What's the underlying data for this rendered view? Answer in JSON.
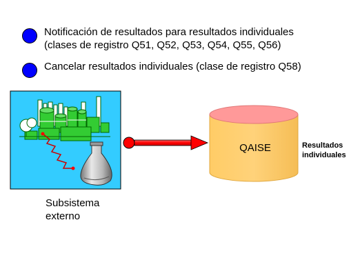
{
  "bullets": [
    {
      "line1": "Notificación de resultados para resultados individuales",
      "line2": "(clases de registro Q51, Q52, Q53, Q54, Q55, Q56)"
    },
    {
      "line1": "Cancelar resultados individuales (clase de registro Q58)"
    }
  ],
  "external_system": {
    "label_line1": "Subsistema",
    "label_line2": "externo",
    "icon": "factory-lab-icon"
  },
  "database": {
    "label": "QAISE",
    "icon": "database-cylinder-icon"
  },
  "side_label": {
    "line1": "Resultados",
    "line2": "individuales"
  },
  "arrow": {
    "direction": "right",
    "from": "external_system",
    "to": "database"
  },
  "colors": {
    "bullet": "#0000ff",
    "panel_background": "#33ccff",
    "factory": "#33cc33",
    "arrow": "#ff0000",
    "arrow_start_dot": "#ff0000",
    "database_fill": "#ffcc66",
    "database_top": "#ff9999"
  }
}
